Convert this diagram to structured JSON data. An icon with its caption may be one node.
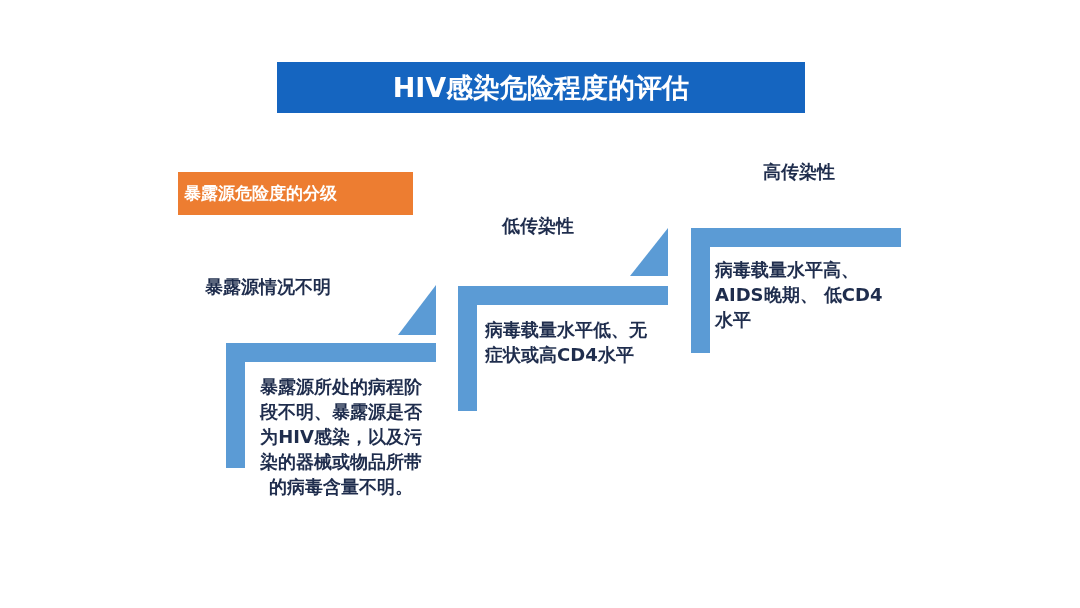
{
  "diagram": {
    "title": "HIV感染危险程度的评估",
    "nodes": [
      {
        "text": [
          "暴露源危险度的分级"
        ]
      },
      {
        "text": [
          "暴露源情况不明",
          "暴露源所处的病程阶段不明、暴露源是否为HIV感染，以及污染的器械或物品所带的病毒含量不明。"
        ]
      },
      {
        "text": [
          "低传染性",
          "病毒载量水平低、无症状或高CD4水平"
        ]
      },
      {
        "text": [
          "高传染性",
          "病毒载量水平高、AIDS晚期、 低CD4水平"
        ]
      }
    ]
  }
}
